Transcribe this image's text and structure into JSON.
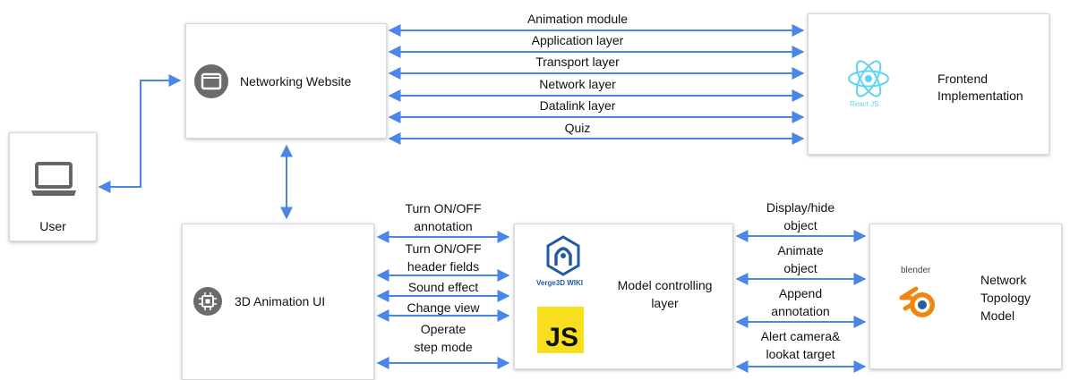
{
  "colors": {
    "arrow": "#4a86e8",
    "icon_gray": "#6b6b6b",
    "react": "#5fd3f3",
    "js_yellow": "#f7df1e",
    "blender_orange": "#f0870f",
    "blender_blue": "#2a5d97",
    "verge_blue": "#1e5aa8"
  },
  "user": {
    "label": "User",
    "icon": "laptop-icon"
  },
  "website": {
    "label": "Networking Website",
    "icon": "browser-window-icon"
  },
  "frontend": {
    "label_line1": "Frontend",
    "label_line2": "Implementation",
    "logo_text": "React JS",
    "icon": "react-logo-icon"
  },
  "animation_ui": {
    "label": "3D Animation UI",
    "icon": "chip-icon"
  },
  "controller": {
    "label_line1": "Model controlling",
    "label_line2": "layer",
    "logo_text": "Verge3D WIKI",
    "js_text": "JS"
  },
  "topology": {
    "label_line1": "Network",
    "label_line2": "Topology",
    "label_line3": "Model",
    "logo_text": "blender"
  },
  "website_frontend_links": [
    "Animation module",
    "Application layer",
    "Transport layer",
    "Network layer",
    "Datalink layer",
    "Quiz"
  ],
  "ui_controller_links": [
    {
      "line1": "Turn ON/OFF",
      "line2": "annotation"
    },
    {
      "line1": "Turn ON/OFF",
      "line2": "header fields"
    },
    {
      "line1": "Sound effect",
      "line2": ""
    },
    {
      "line1": "Change view",
      "line2": ""
    },
    {
      "line1": "Operate",
      "line2": "step mode"
    }
  ],
  "controller_topology_links": [
    {
      "line1": "Display/hide",
      "line2": "object"
    },
    {
      "line1": "Animate",
      "line2": "object"
    },
    {
      "line1": "Append",
      "line2": "annotation"
    },
    {
      "line1": "Alert camera&",
      "line2": "lookat target"
    }
  ]
}
